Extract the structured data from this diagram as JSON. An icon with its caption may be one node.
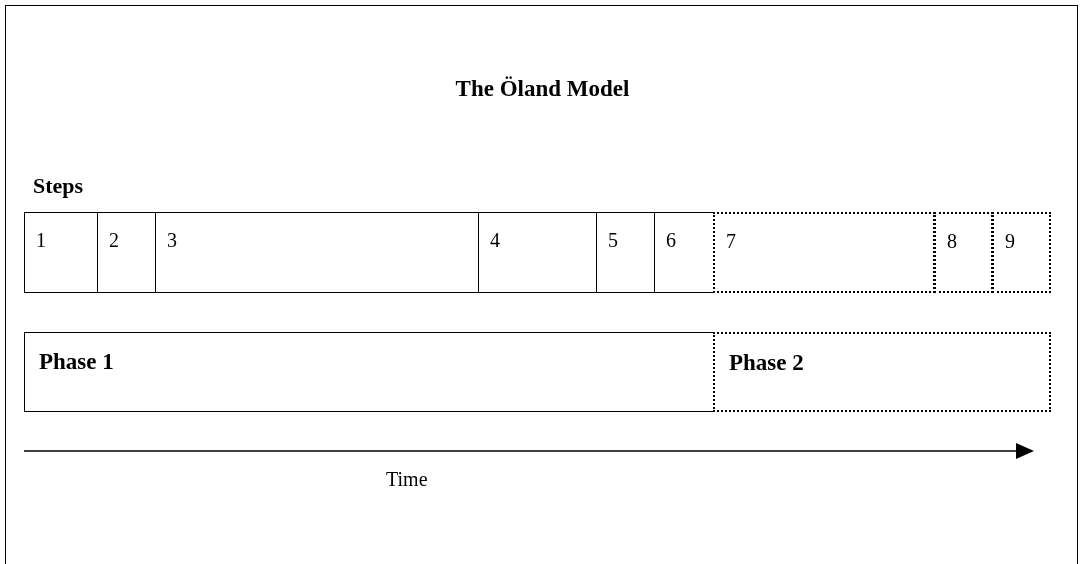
{
  "diagram": {
    "title": "The Öland Model",
    "nodes": [
      {
        "text": [
          "1"
        ]
      },
      {
        "text": [
          "2"
        ]
      },
      {
        "text": [
          "3"
        ]
      },
      {
        "text": [
          "4"
        ]
      },
      {
        "text": [
          "5"
        ]
      },
      {
        "text": [
          "6"
        ]
      },
      {
        "text": [
          "7"
        ]
      },
      {
        "text": [
          "8"
        ]
      },
      {
        "text": [
          "9"
        ]
      },
      {
        "text": [
          "Phase 1"
        ]
      },
      {
        "text": [
          "Phase 2"
        ]
      }
    ],
    "labels": [
      "Steps",
      "Time"
    ]
  }
}
